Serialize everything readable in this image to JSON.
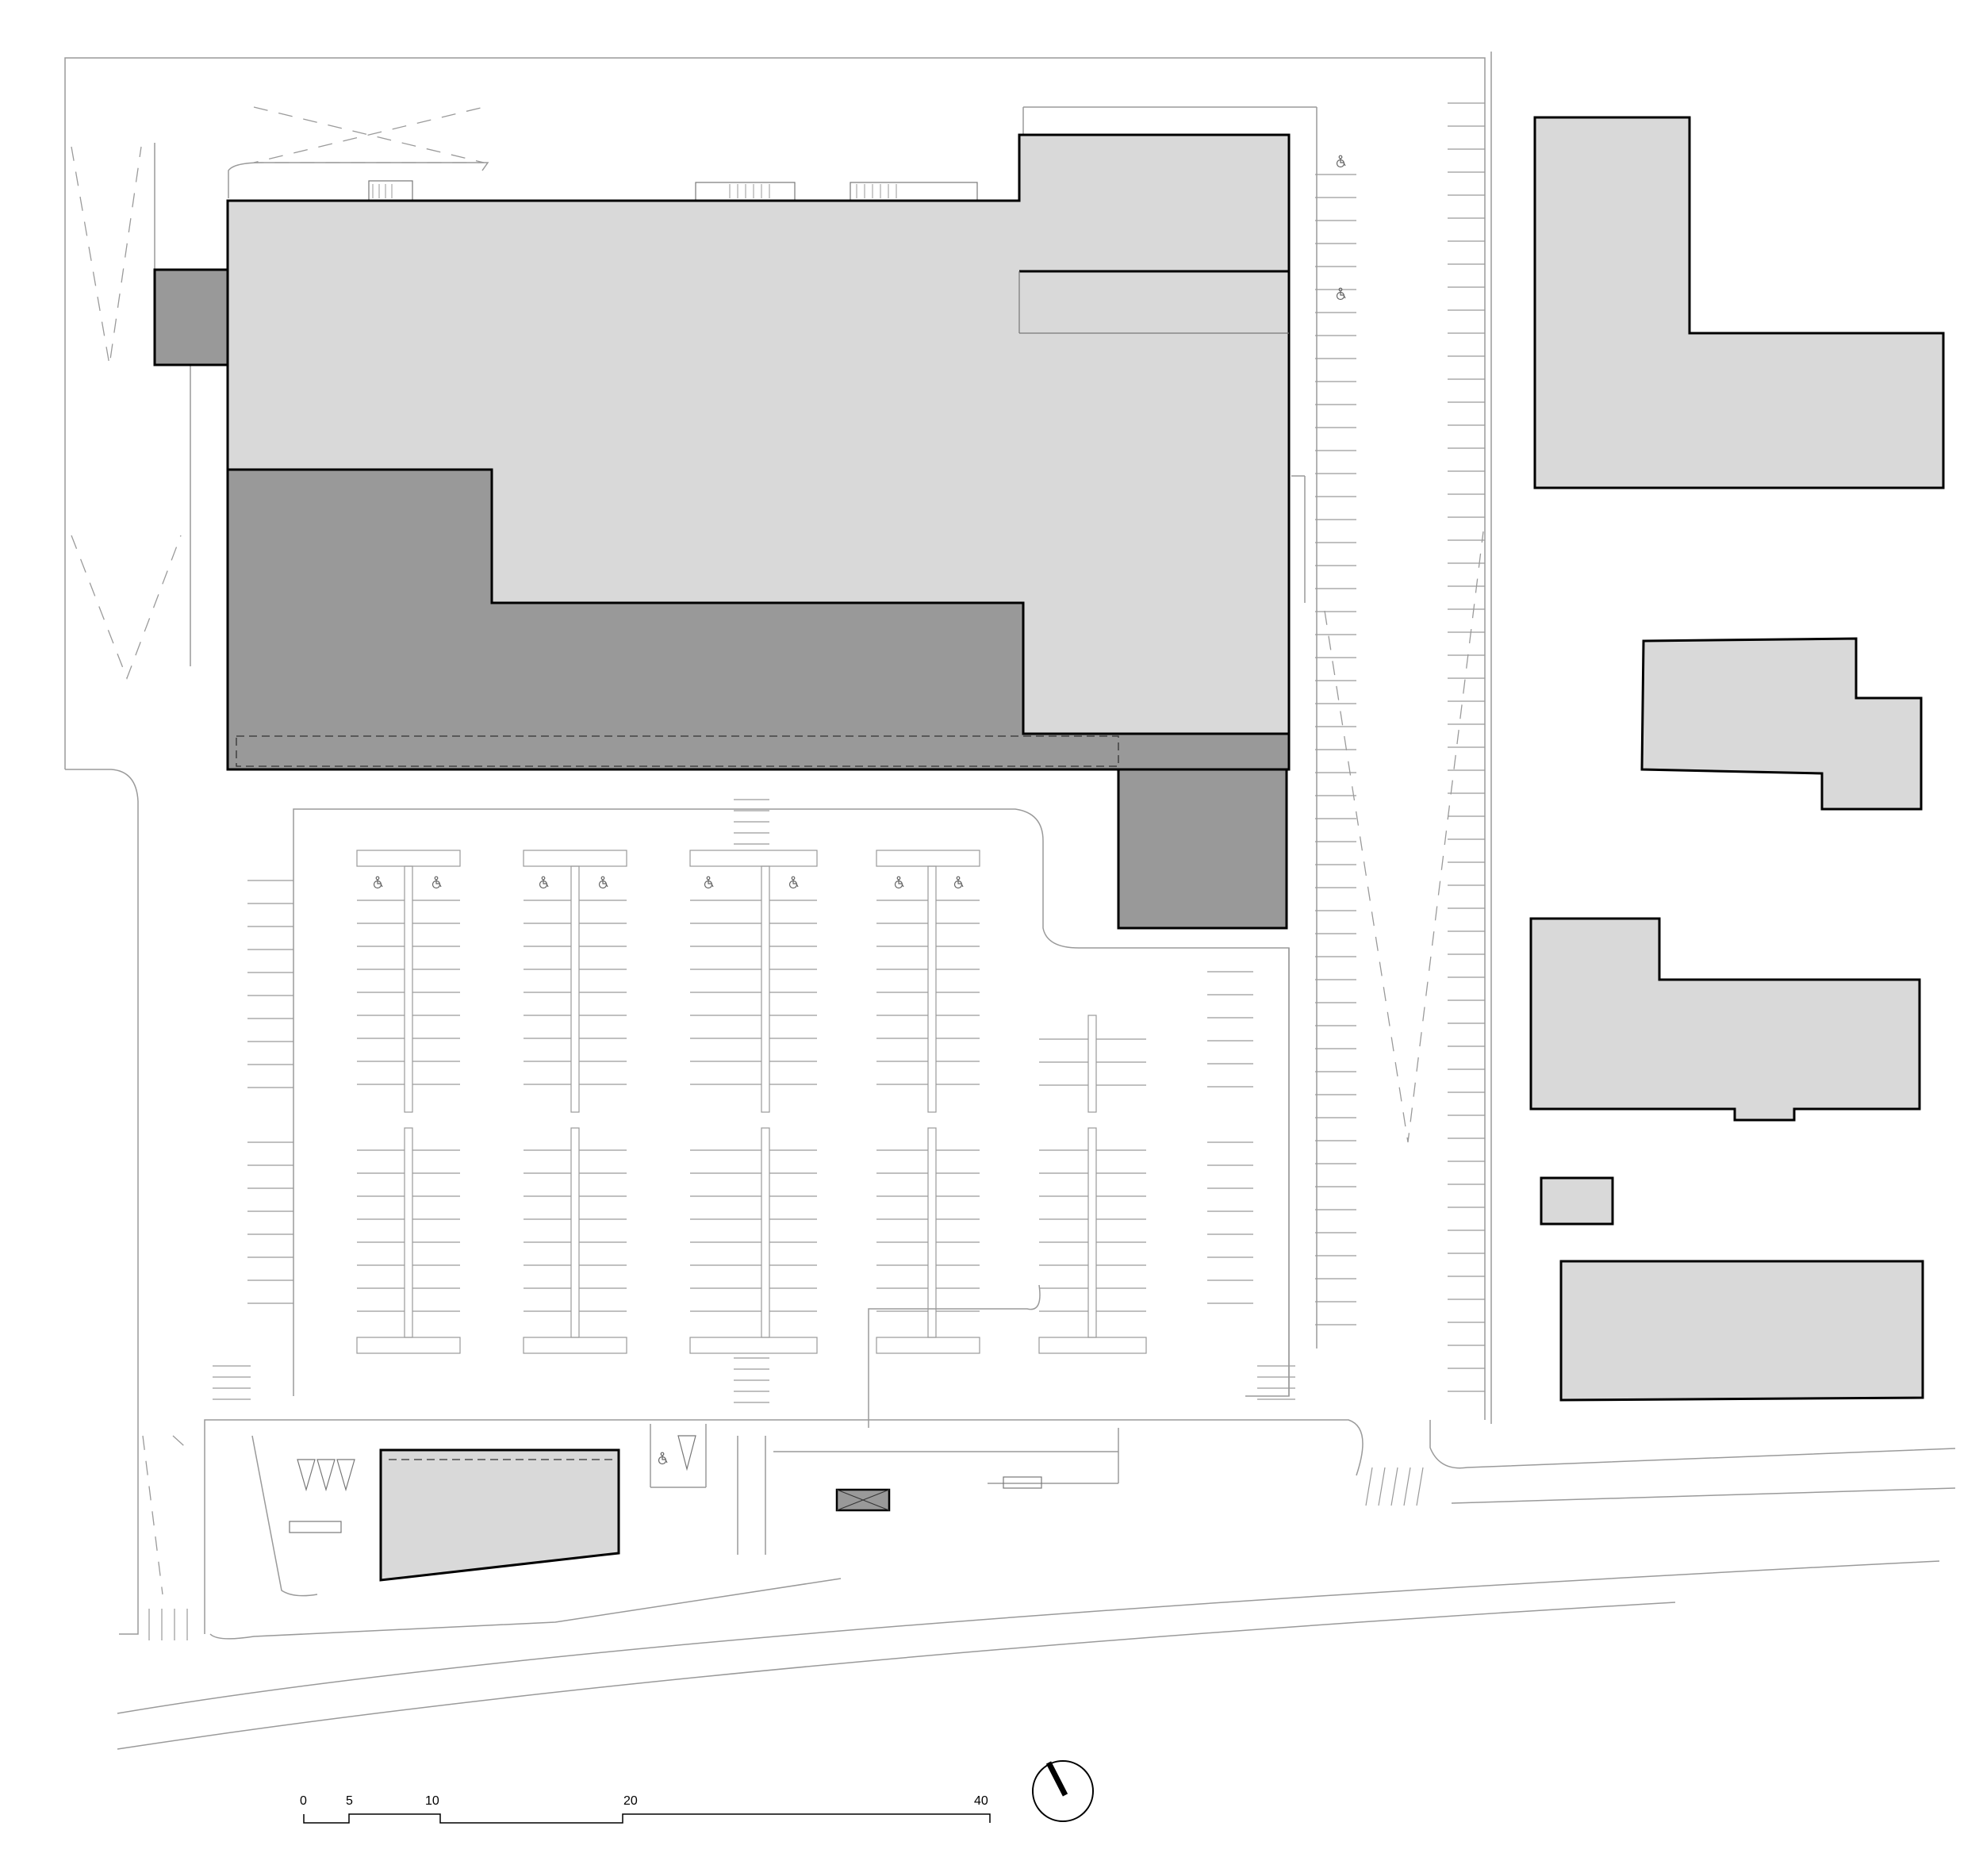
{
  "colors": {
    "building_light": "#d9d9d9",
    "building_dark": "#999999",
    "line": "#000000",
    "thin_line": "#9a9a9a",
    "background": "#ffffff"
  },
  "scale_bar": {
    "labels": [
      "0",
      "5",
      "10",
      "20",
      "40"
    ]
  },
  "icons": {
    "north_arrow": "north-arrow-icon",
    "accessible_parking": "wheelchair-icon"
  }
}
